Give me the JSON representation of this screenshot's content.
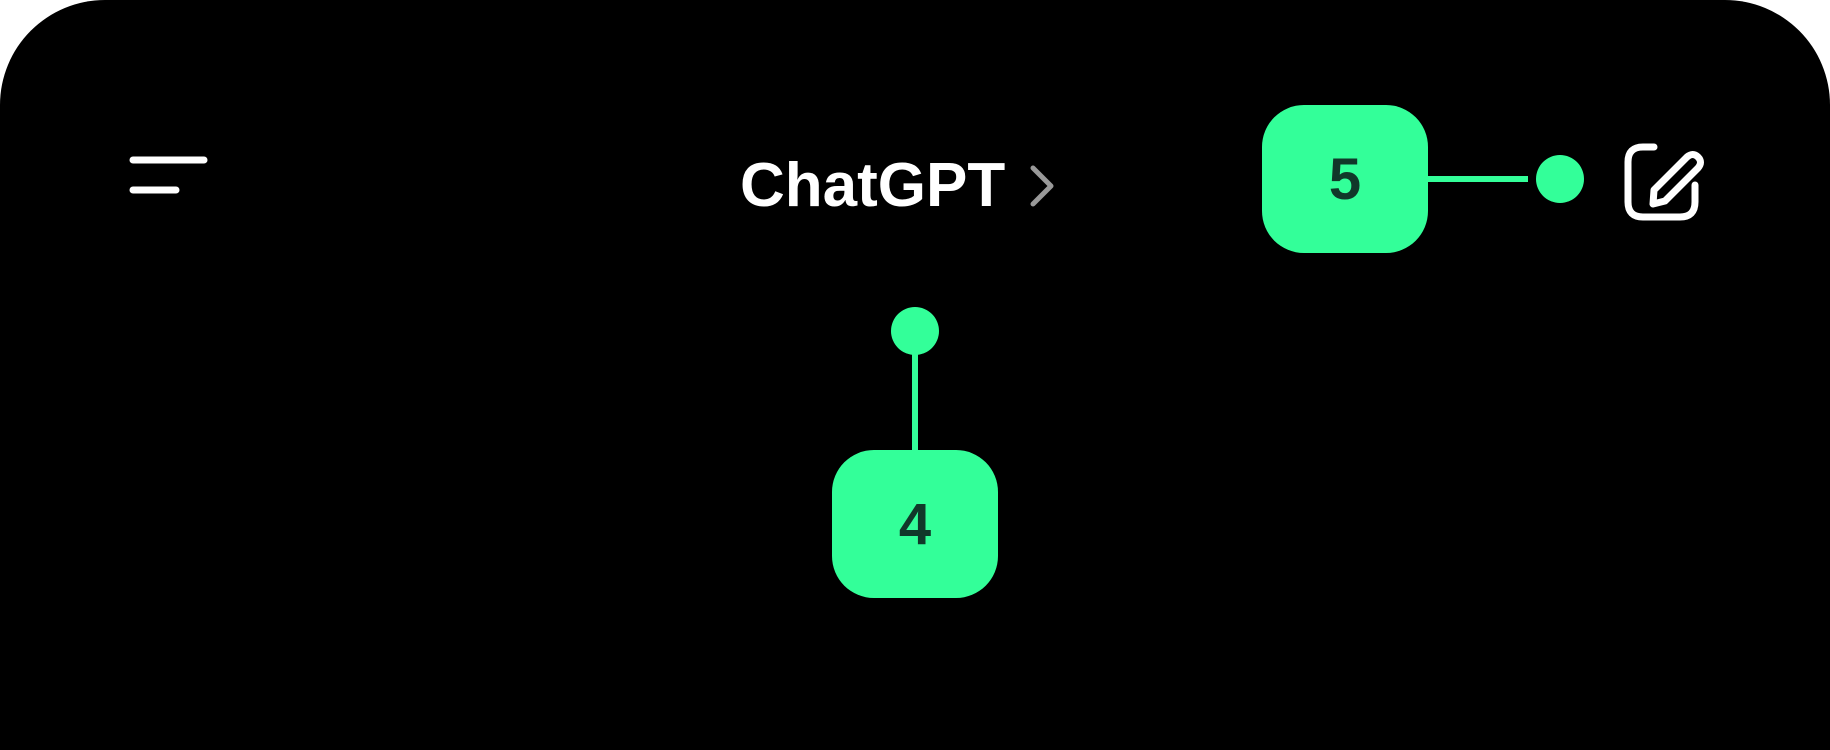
{
  "header": {
    "title": "ChatGPT",
    "menu_icon": "menu-icon",
    "chevron_icon": "chevron-right-icon",
    "edit_icon": "new-chat-edit-icon"
  },
  "callouts": [
    {
      "number": "5"
    },
    {
      "number": "4"
    }
  ],
  "colors": {
    "background": "#000000",
    "foreground": "#ffffff",
    "accent": "#33ff99",
    "badge_text": "#11382a"
  }
}
